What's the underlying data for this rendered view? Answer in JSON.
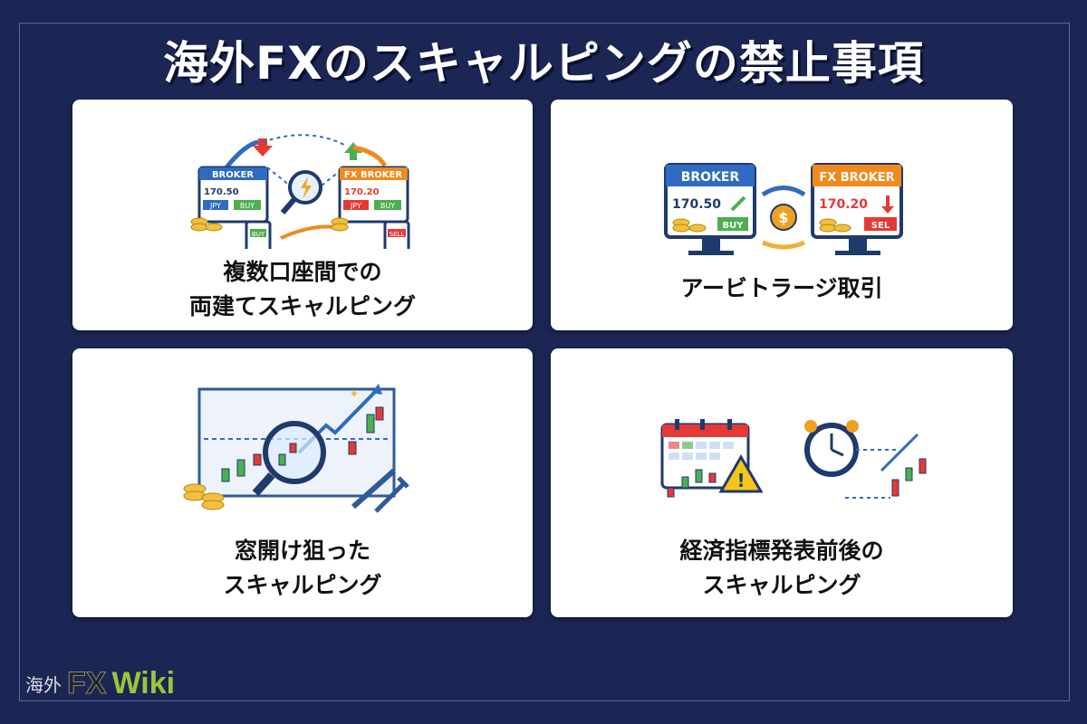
{
  "title": "海外FXのスキャルピングの禁止事項",
  "cards": [
    {
      "line1": "複数口座間での",
      "line2": "両建てスキャルピング",
      "illustration": {
        "left_screen": {
          "header": "BROKER",
          "price": "170.50",
          "tag1": "JPY",
          "tag2": "BUY"
        },
        "right_screen": {
          "header": "FX BROKER",
          "price": "170.20",
          "tag1": "JPY",
          "tag2": "BUY"
        },
        "left_phone": "BUY",
        "right_phone": "SELL"
      }
    },
    {
      "line1": "アービトラージ取引",
      "illustration": {
        "left_screen": {
          "header": "BROKER",
          "price": "170.50",
          "tag": "BUY"
        },
        "right_screen": {
          "header": "FX BROKER",
          "price": "170.20",
          "tag": "SEL"
        },
        "coin": "$"
      }
    },
    {
      "line1": "窓開け狙った",
      "line2": "スキャルピング"
    },
    {
      "line1": "経済指標発表前後の",
      "line2": "スキャルピング"
    }
  ],
  "logo": {
    "jp": "海外",
    "fx": "FX",
    "wiki": "Wiki"
  },
  "colors": {
    "background": "#1b2654",
    "blue": "#2f6bc0",
    "orange": "#f08a1c",
    "green": "#4caf50",
    "red": "#e53935"
  }
}
